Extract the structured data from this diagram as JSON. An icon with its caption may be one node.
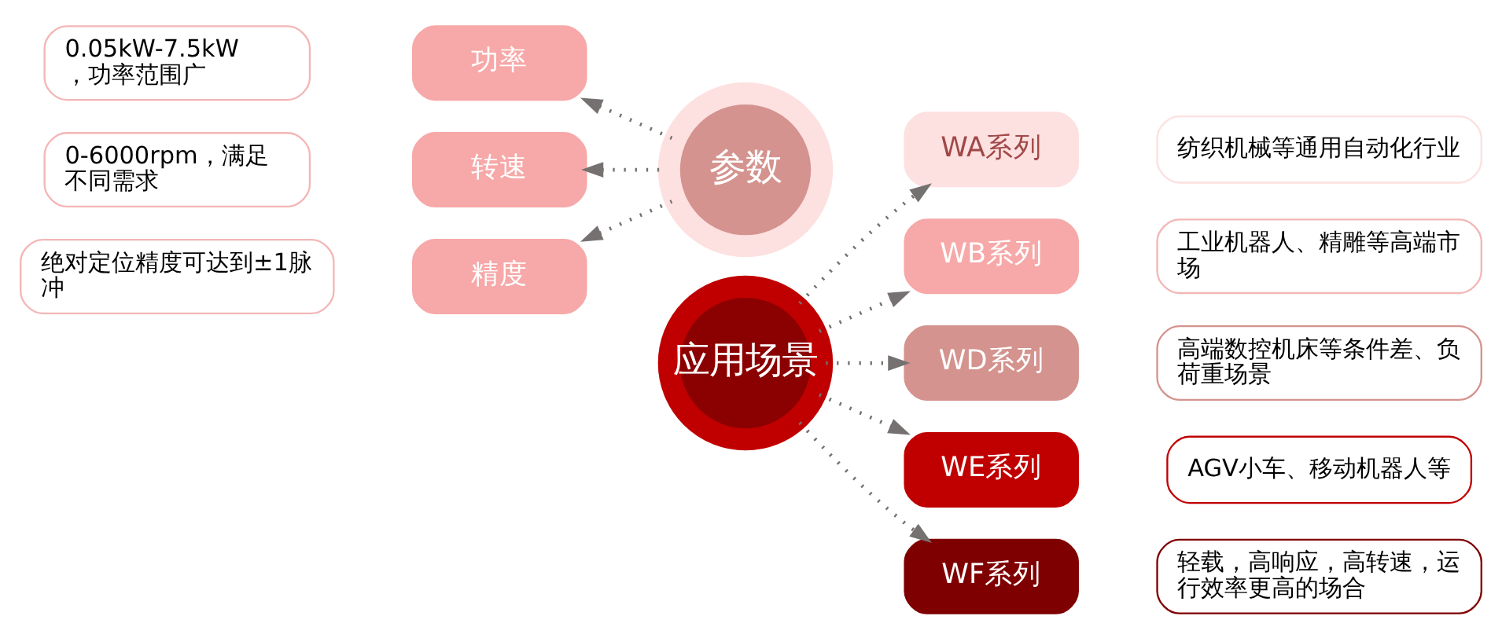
{
  "diagram": {
    "nodes": [
      {
        "text": [
          "参数"
        ]
      },
      {
        "text": [
          "功率"
        ]
      },
      {
        "text": [
          "0.05kW-7.5kW，功率范围广"
        ]
      },
      {
        "text": [
          "转速"
        ]
      },
      {
        "text": [
          "0-6000rpm，满足不同需求"
        ]
      },
      {
        "text": [
          "精度"
        ]
      },
      {
        "text": [
          "绝对定位精度可达到±1脉冲"
        ]
      },
      {
        "text": [
          "应用场景"
        ]
      },
      {
        "text": [
          "WA系列"
        ]
      },
      {
        "text": [
          "WB系列"
        ]
      },
      {
        "text": [
          "WD系列"
        ]
      },
      {
        "text": [
          "WE系列"
        ]
      },
      {
        "text": [
          "WF系列"
        ]
      },
      {
        "text": [
          "纺织机械等通用自动化行业"
        ]
      },
      {
        "text": [
          "工业机器人、精雕等高端市场"
        ]
      },
      {
        "text": [
          "高端数控机床等条件差、负荷重场景"
        ]
      },
      {
        "text": [
          "AGV小车、移动机器人等"
        ]
      },
      {
        "text": [
          "轻载，高响应，高转速，运行效率更高的场合"
        ]
      }
    ],
    "edges": [
      {
        "from": 0,
        "to": 1,
        "arrow": "to"
      },
      {
        "from": 0,
        "to": 3,
        "arrow": "to"
      },
      {
        "from": 0,
        "to": 5,
        "arrow": "to"
      },
      {
        "from": 7,
        "to": 8,
        "arrow": "to"
      },
      {
        "from": 7,
        "to": 9,
        "arrow": "to"
      },
      {
        "from": 7,
        "to": 10,
        "arrow": "to"
      },
      {
        "from": 7,
        "to": 11,
        "arrow": "to"
      },
      {
        "from": 7,
        "to": 12,
        "arrow": "to"
      }
    ]
  }
}
